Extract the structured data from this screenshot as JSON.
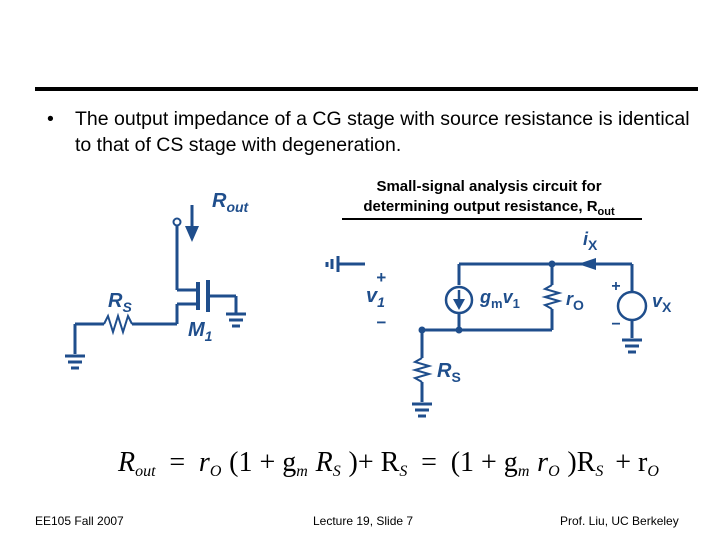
{
  "bullet": {
    "symbol": "•",
    "text": "The output impedance of a CG stage with source resistance is identical to that of CS stage with degeneration."
  },
  "caption": {
    "line1": "Small-signal analysis circuit for",
    "line2": "determining output resistance, R",
    "line2_sub": "out"
  },
  "left_circuit": {
    "rout_label": "R",
    "rout_sub": "out",
    "rs_label": "R",
    "rs_sub": "S",
    "m_label": "M",
    "m_sub": "1"
  },
  "right_circuit": {
    "ix": "i",
    "ix_sub": "X",
    "v1_plus": "+",
    "v1": "v",
    "v1_sub": "1",
    "v1_minus": "−",
    "gm": "g",
    "gm_sub": "m",
    "gm_v": "v",
    "gm_v_sub": "1",
    "ro": "r",
    "ro_sub": "O",
    "vx_plus": "+",
    "vx": "v",
    "vx_sub": "X",
    "vx_minus": "−",
    "rs": "R",
    "rs_sub": "S"
  },
  "equation": {
    "lhs": "R",
    "lhs_sub": "out",
    "eq1": "=",
    "r1": "r",
    "r1_sub": "O",
    "p1": "(1 + g",
    "p1_sub": "m",
    "p1b": "R",
    "p1b_sub": "S",
    "p1c": ")+ R",
    "p1c_sub": "S",
    "eq2": "=",
    "p2": "(1 + g",
    "p2_sub": "m",
    "p2b": "r",
    "p2b_sub": "O",
    "p2c": ")R",
    "p2c_sub": "S",
    "p2d": "+ r",
    "p2d_sub": "O"
  },
  "footer": {
    "left": "EE105 Fall 2007",
    "center": "Lecture 19, Slide 7",
    "right": "Prof. Liu, UC Berkeley"
  },
  "colors": {
    "circuit": "#1f4e8c",
    "text": "#000000",
    "background": "#ffffff"
  }
}
